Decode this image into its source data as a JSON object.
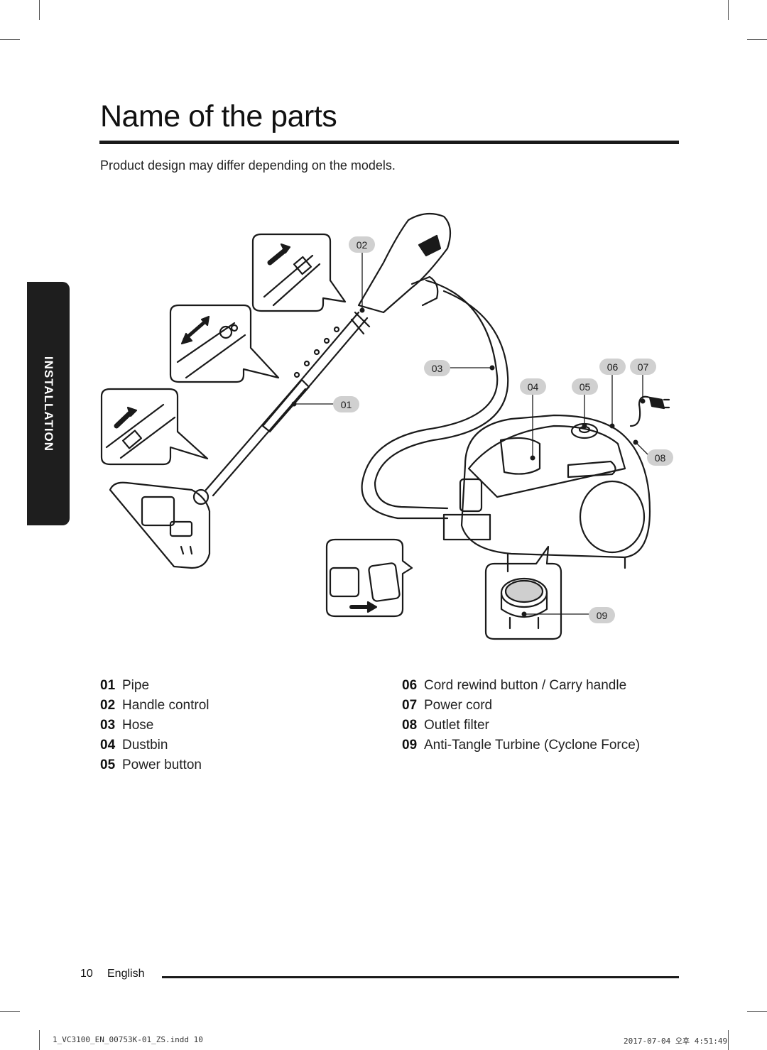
{
  "page": {
    "title": "Name of the parts",
    "subtitle": "Product design may differ depending on the models.",
    "side_tab": "INSTALLATION"
  },
  "callouts": [
    "01",
    "02",
    "03",
    "04",
    "05",
    "06",
    "07",
    "08",
    "09"
  ],
  "parts_left": [
    {
      "num": "01",
      "name": "Pipe"
    },
    {
      "num": "02",
      "name": "Handle control"
    },
    {
      "num": "03",
      "name": "Hose"
    },
    {
      "num": "04",
      "name": "Dustbin"
    },
    {
      "num": "05",
      "name": "Power button"
    }
  ],
  "parts_right": [
    {
      "num": "06",
      "name": "Cord rewind button / Carry handle"
    },
    {
      "num": "07",
      "name": "Power cord"
    },
    {
      "num": "08",
      "name": "Outlet filter"
    },
    {
      "num": "09",
      "name": "Anti-Tangle Turbine (Cyclone Force)"
    }
  ],
  "footer": {
    "page_number": "10",
    "language": "English",
    "file_slug": "1_VC3100_EN_00753K-01_ZS.indd   10",
    "print_stamp": "2017-07-04   오후 4:51:49"
  },
  "colors": {
    "text": "#1a1a1a",
    "tab": "#1e1e1e",
    "callout_fill": "#d0d0d0"
  }
}
